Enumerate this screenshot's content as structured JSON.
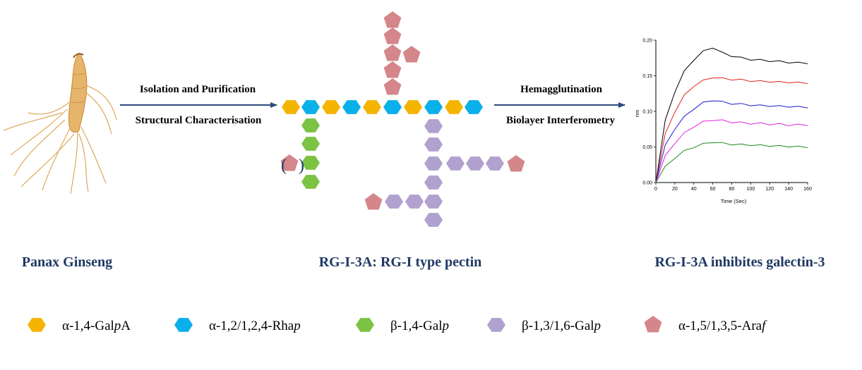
{
  "colors": {
    "galpa": "#f5b400",
    "rhap": "#0ab0ea",
    "gal14": "#7cc243",
    "gal136": "#b1a1cf",
    "araf": "#d4868a",
    "arrow": "#2b4a7a",
    "title": "#1f3864",
    "root": "#e0aa55"
  },
  "process": {
    "left_arrow": {
      "top": "Isolation and Purification",
      "bottom": "Structural Characterisation"
    },
    "right_arrow": {
      "top": "Hemagglutination",
      "bottom": "Biolayer Interferometry"
    }
  },
  "sections": {
    "left_title": "Panax Ginseng",
    "middle_title": "RG-I-3A: RG-I type pectin",
    "right_title": "RG-I-3A inhibites galectin-3"
  },
  "structure": {
    "open_paren": "(",
    "close_paren": ")"
  },
  "legend": [
    {
      "sugar": "galpa",
      "shape": "hexagon",
      "prefix": "α-1,4-Gal",
      "italic": "p",
      "suffix": "A"
    },
    {
      "sugar": "rhap",
      "shape": "hexagon",
      "prefix": "α-1,2/1,2,4-Rha",
      "italic": "p",
      "suffix": ""
    },
    {
      "sugar": "gal14",
      "shape": "hexagon",
      "prefix": "β-1,4-Gal",
      "italic": "p",
      "suffix": ""
    },
    {
      "sugar": "gal136",
      "shape": "hexagon",
      "prefix": "β-1,3/1,6-Gal",
      "italic": "p",
      "suffix": ""
    },
    {
      "sugar": "araf",
      "shape": "pentagon",
      "prefix": "α-1,5/1,3,5-Ara",
      "italic": "f",
      "suffix": ""
    }
  ],
  "chart_data": {
    "type": "line",
    "xlabel": "Time (Sec)",
    "ylabel": "nm",
    "xlim": [
      0,
      160
    ],
    "ylim": [
      0,
      0.2
    ],
    "xticks": [
      0,
      20,
      40,
      60,
      80,
      100,
      120,
      140,
      160
    ],
    "yticks": [
      0.0,
      0.05,
      0.1,
      0.15,
      0.2
    ],
    "ytick_labels": [
      "0.00",
      "0.05",
      "0.10",
      "0.15",
      "0.20"
    ],
    "grid": false,
    "x": [
      0,
      10,
      20,
      30,
      40,
      50,
      60,
      70,
      80,
      90,
      100,
      110,
      120,
      130,
      140,
      150,
      160
    ],
    "series": [
      {
        "color": "#000000",
        "values": [
          0.0,
          0.087,
          0.128,
          0.156,
          0.173,
          0.184,
          0.19,
          0.182,
          0.178,
          0.175,
          0.173,
          0.172,
          0.171,
          0.17,
          0.169,
          0.168,
          0.168
        ]
      },
      {
        "color": "#e0201b",
        "values": [
          0.0,
          0.068,
          0.1,
          0.122,
          0.136,
          0.143,
          0.148,
          0.146,
          0.145,
          0.144,
          0.143,
          0.142,
          0.142,
          0.141,
          0.141,
          0.14,
          0.14
        ]
      },
      {
        "color": "#1a1acf",
        "values": [
          0.0,
          0.052,
          0.076,
          0.092,
          0.104,
          0.112,
          0.116,
          0.113,
          0.111,
          0.11,
          0.109,
          0.108,
          0.108,
          0.107,
          0.107,
          0.106,
          0.106
        ]
      },
      {
        "color": "#e020e0",
        "values": [
          0.0,
          0.037,
          0.056,
          0.069,
          0.079,
          0.085,
          0.088,
          0.087,
          0.085,
          0.084,
          0.083,
          0.083,
          0.082,
          0.082,
          0.081,
          0.081,
          0.081
        ]
      },
      {
        "color": "#1a8a1a",
        "values": [
          0.0,
          0.022,
          0.035,
          0.044,
          0.05,
          0.054,
          0.057,
          0.055,
          0.054,
          0.053,
          0.053,
          0.052,
          0.052,
          0.051,
          0.051,
          0.05,
          0.05
        ]
      }
    ]
  }
}
